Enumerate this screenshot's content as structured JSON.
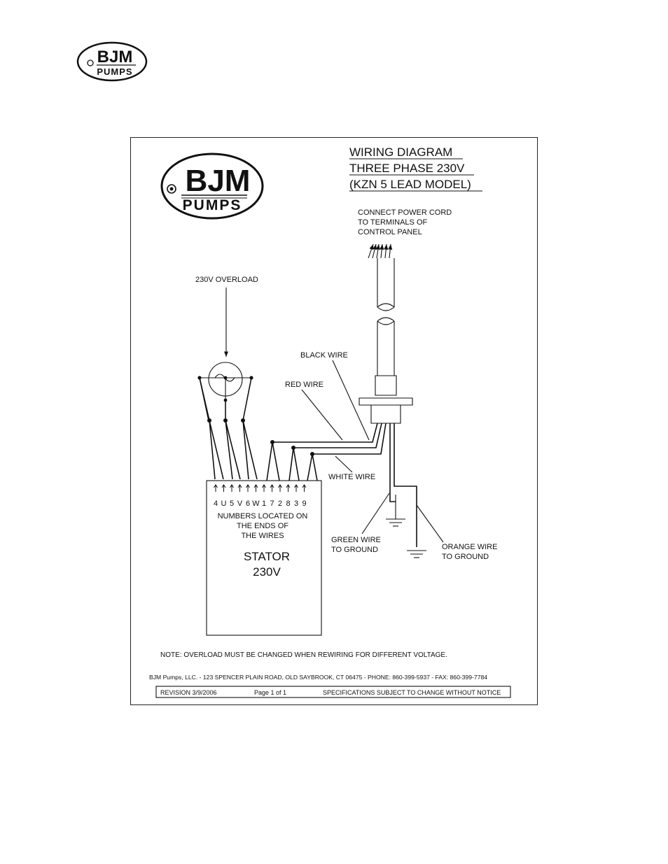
{
  "logo": {
    "line1": "BJM",
    "line2": "PUMPS"
  },
  "title": {
    "line1": "WIRING DIAGRAM",
    "line2": "THREE PHASE 230V",
    "line3": "(KZN 5 LEAD MODEL)"
  },
  "power_cord": {
    "line1": "CONNECT POWER CORD",
    "line2": "TO TERMINALS OF",
    "line3": "CONTROL PANEL"
  },
  "overload_label": "230V OVERLOAD",
  "wires": {
    "black": "BLACK WIRE",
    "red": "RED WIRE",
    "white": "WHITE WIRE",
    "green_line1": "GREEN WIRE",
    "green_line2": "TO GROUND",
    "orange_line1": "ORANGE WIRE",
    "orange_line2": "TO GROUND"
  },
  "terminals": [
    "4",
    "U",
    "5",
    "V",
    "6",
    "W",
    "1",
    "7",
    "2",
    "8",
    "3",
    "9"
  ],
  "numbers_note": {
    "line1": "NUMBERS LOCATED ON",
    "line2": "THE ENDS OF",
    "line3": "THE WIRES"
  },
  "stator": {
    "line1": "STATOR",
    "line2": "230V"
  },
  "note": "NOTE: OVERLOAD MUST BE CHANGED WHEN REWIRING FOR DIFFERENT VOLTAGE.",
  "address": "BJM Pumps, LLC. - 123 SPENCER PLAIN ROAD, OLD SAYBROOK, CT 06475 - PHONE: 860-399-5937 - FAX: 860-399-7784",
  "footer": {
    "revision": "REVISION 3/9/2006",
    "page": "Page 1 of 1",
    "spec": "SPECIFICATIONS SUBJECT TO CHANGE WITHOUT NOTICE"
  }
}
